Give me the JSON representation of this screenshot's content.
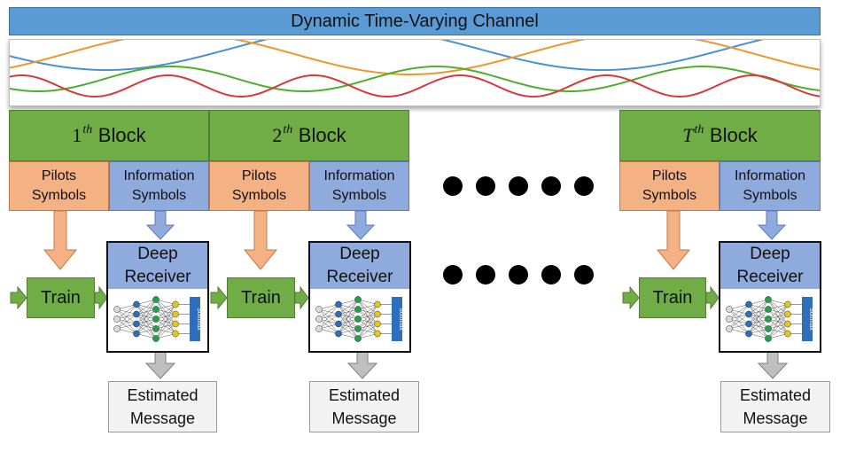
{
  "channel_title": "Dynamic Time-Varying Channel",
  "blocks": [
    {
      "prefix": "1",
      "sup": "th",
      "suffix": "Block",
      "prefix_italic": false
    },
    {
      "prefix": "2",
      "sup": "th",
      "suffix": "Block",
      "prefix_italic": false
    },
    {
      "prefix": "T",
      "sup": "th",
      "suffix": "Block",
      "prefix_italic": true
    }
  ],
  "pilots": {
    "line1": "Pilots",
    "line2": "Symbols"
  },
  "information": {
    "line1": "Information",
    "line2": "Symbols"
  },
  "train_label": "Train",
  "receiver": {
    "line1": "Deep",
    "line2": "Receiver",
    "softmax": "Softmax"
  },
  "estimated": {
    "line1": "Estimated",
    "line2": "Message"
  },
  "colors": {
    "channel": "#5b9bd5",
    "block": "#70ad47",
    "pilots": "#f4b183",
    "information": "#8faadc",
    "estimated": "#f2f2f2",
    "wave_blue": "#4a90d9",
    "wave_orange": "#f0962a",
    "wave_green": "#4caf2e",
    "wave_red": "#d9373a"
  }
}
